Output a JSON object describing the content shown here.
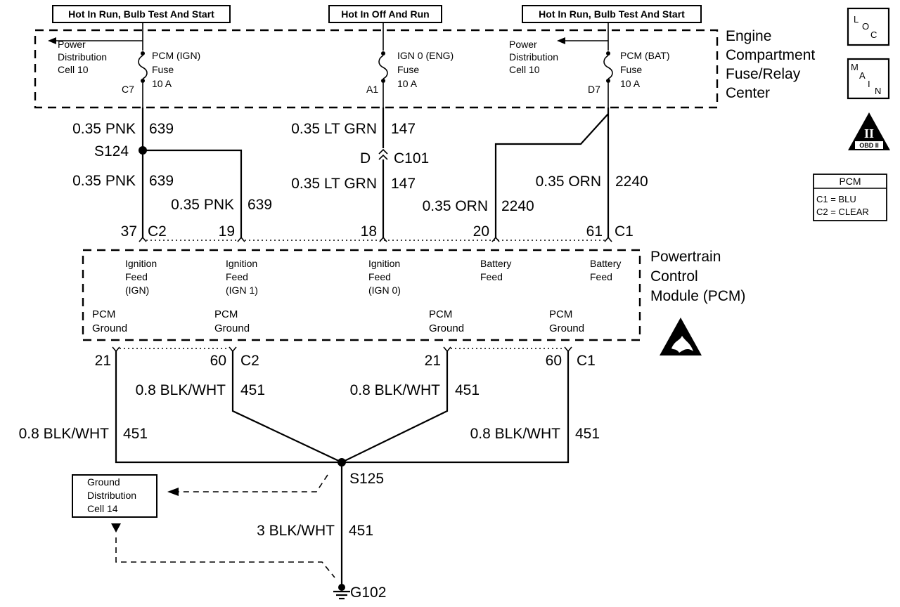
{
  "headers": {
    "left": "Hot In Run, Bulb Test And Start",
    "middle": "Hot In Off And Run",
    "right": "Hot In Run, Bulb Test And Start"
  },
  "fuse_box": {
    "title_lines": [
      "Engine",
      "Compartment",
      "Fuse/Relay",
      "Center"
    ],
    "power_dist_left": [
      "Power",
      "Distribution",
      "Cell 10"
    ],
    "power_dist_right": [
      "Power",
      "Distribution",
      "Cell 10"
    ],
    "fuse_ign": {
      "lines": [
        "PCM (IGN)",
        "Fuse",
        "10 A"
      ],
      "terminal": "C7"
    },
    "fuse_eng": {
      "lines": [
        "IGN 0 (ENG)",
        "Fuse",
        "10 A"
      ],
      "terminal": "A1"
    },
    "fuse_bat": {
      "lines": [
        "PCM (BAT)",
        "Fuse",
        "10 A"
      ],
      "terminal": "D7"
    }
  },
  "wires": {
    "pnk_upper": {
      "size_color": "0.35 PNK",
      "circuit": "639"
    },
    "pnk_lower": {
      "size_color": "0.35 PNK",
      "circuit": "639"
    },
    "pnk_branch": {
      "size_color": "0.35 PNK",
      "circuit": "639"
    },
    "ltgrn_upper": {
      "size_color": "0.35 LT GRN",
      "circuit": "147"
    },
    "ltgrn_lower": {
      "size_color": "0.35 LT GRN",
      "circuit": "147"
    },
    "orn_main": {
      "size_color": "0.35 ORN",
      "circuit": "2240"
    },
    "orn_branch": {
      "size_color": "0.35 ORN",
      "circuit": "2240"
    },
    "gnd_c2": {
      "size_color": "0.8 BLK/WHT",
      "circuit": "451"
    },
    "gnd_c1_mid": {
      "size_color": "0.8 BLK/WHT",
      "circuit": "451"
    },
    "gnd_left": {
      "size_color": "0.8 BLK/WHT",
      "circuit": "451"
    },
    "gnd_right": {
      "size_color": "0.8 BLK/WHT",
      "circuit": "451"
    },
    "gnd_main": {
      "size_color": "3 BLK/WHT",
      "circuit": "451"
    }
  },
  "splices": {
    "s124": "S124",
    "s125": "S125"
  },
  "connector_c101": {
    "pin": "D",
    "name": "C101"
  },
  "pcm_pins": {
    "p37": "37",
    "c2": "C2",
    "p19": "19",
    "p18": "18",
    "p20": "20",
    "p61": "61",
    "c1": "C1",
    "g21a": "21",
    "g60a": "60",
    "g_c2": "C2",
    "g21b": "21",
    "g60b": "60",
    "g_c1": "C1"
  },
  "pcm": {
    "title_lines": [
      "Powertrain",
      "Control",
      "Module (PCM)"
    ],
    "feeds": [
      [
        "Ignition",
        "Feed",
        "(IGN)"
      ],
      [
        "Ignition",
        "Feed",
        "(IGN 1)"
      ],
      [
        "Ignition",
        "Feed",
        "(IGN 0)"
      ],
      [
        "Battery",
        "Feed"
      ],
      [
        "Battery",
        "Feed"
      ]
    ],
    "grounds": [
      [
        "PCM",
        "Ground"
      ],
      [
        "PCM",
        "Ground"
      ],
      [
        "PCM",
        "Ground"
      ],
      [
        "PCM",
        "Ground"
      ]
    ]
  },
  "ground_dist": [
    "Ground",
    "Distribution",
    "Cell 14"
  ],
  "ground_point": "G102",
  "loc_letters": [
    "L",
    "O",
    "C"
  ],
  "main_letters": [
    "M",
    "A",
    "I",
    "N"
  ],
  "obd_symbol": {
    "numeral": "II",
    "label": "OBD II"
  },
  "pcm_legend": {
    "title": "PCM",
    "rows": [
      "C1 = BLU",
      "C2 = CLEAR"
    ]
  }
}
